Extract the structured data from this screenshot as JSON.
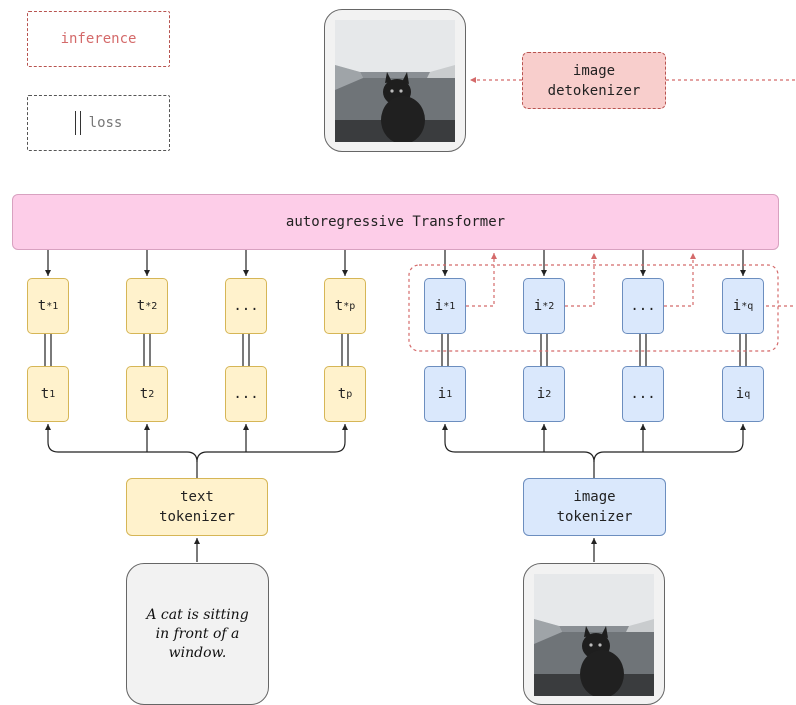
{
  "legend": {
    "inference": "inference",
    "loss": "loss"
  },
  "transformer": {
    "label": "autoregressive Transformer"
  },
  "text_tokens": {
    "predicted": [
      {
        "base": "t",
        "sup": "*",
        "sub": "1"
      },
      {
        "base": "t",
        "sup": "*",
        "sub": "2"
      },
      {
        "base": "...",
        "sup": "",
        "sub": ""
      },
      {
        "base": "t",
        "sup": "*",
        "sub": "p"
      }
    ],
    "input": [
      {
        "base": "t",
        "sub": "1"
      },
      {
        "base": "t",
        "sub": "2"
      },
      {
        "base": "...",
        "sub": ""
      },
      {
        "base": "t",
        "sub": "p"
      }
    ]
  },
  "image_tokens": {
    "predicted": [
      {
        "base": "i",
        "sup": "*",
        "sub": "1"
      },
      {
        "base": "i",
        "sup": "*",
        "sub": "2"
      },
      {
        "base": "...",
        "sup": "",
        "sub": ""
      },
      {
        "base": "i",
        "sup": "*",
        "sub": "q"
      }
    ],
    "input": [
      {
        "base": "i",
        "sub": "1"
      },
      {
        "base": "i",
        "sub": "2"
      },
      {
        "base": "...",
        "sub": ""
      },
      {
        "base": "i",
        "sub": "q"
      }
    ]
  },
  "text_tokenizer": {
    "label": "text\ntokenizer"
  },
  "image_tokenizer": {
    "label": "image\ntokenizer"
  },
  "image_detokenizer": {
    "label": "image\ndetokenizer"
  },
  "caption": {
    "text": "A cat is sitting in front of a window."
  },
  "colors": {
    "transformer_fill": "#fdcde8",
    "text_token_fill": "#fff2cc",
    "image_token_fill": "#dae8fc",
    "detokenizer_fill": "#f8cecc",
    "inference_line": "#d46a6a"
  },
  "icons": {
    "input_image": "cat-photo-icon",
    "output_image": "cat-photo-icon"
  }
}
